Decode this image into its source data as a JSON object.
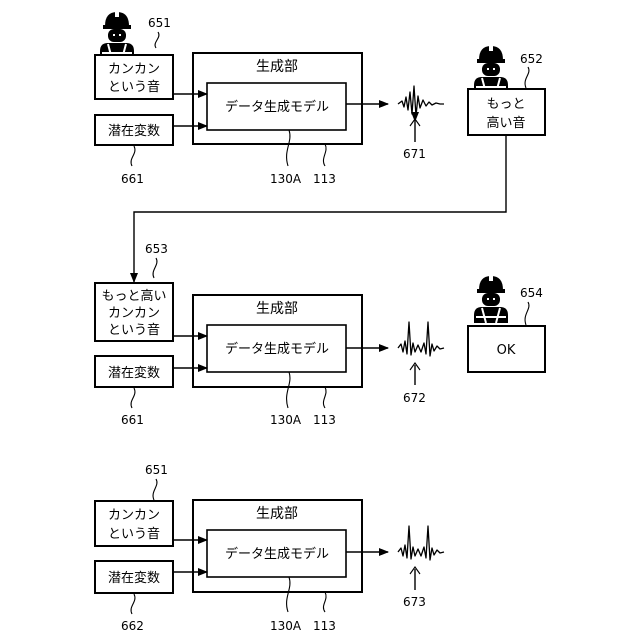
{
  "figure": {
    "panel1": {
      "input1_line1": "カンカン",
      "input1_line2": "という音",
      "input1_ref": "651",
      "input2": "潜在変数",
      "input2_ref": "661",
      "section_label": "生成部",
      "model": "データ生成モデル",
      "model_ref": "130A",
      "section_ref": "113",
      "output_ref": "671",
      "feedback_line1": "もっと",
      "feedback_line2": "高い音",
      "feedback_ref": "652"
    },
    "panel2": {
      "input1_line1": "もっと高い",
      "input1_line2": "カンカン",
      "input1_line3": "という音",
      "input1_ref": "653",
      "input2": "潜在変数",
      "input2_ref": "661",
      "section_label": "生成部",
      "model": "データ生成モデル",
      "model_ref": "130A",
      "section_ref": "113",
      "output_ref": "672",
      "feedback": "OK",
      "feedback_ref": "654"
    },
    "panel3": {
      "input1_line1": "カンカン",
      "input1_line2": "という音",
      "input1_ref": "651",
      "input2": "潜在変数",
      "input2_ref": "662",
      "section_label": "生成部",
      "model": "データ生成モデル",
      "model_ref": "130A",
      "section_ref": "113",
      "output_ref": "673"
    },
    "icons": [
      "worker-icon",
      "waveform-icon"
    ]
  }
}
